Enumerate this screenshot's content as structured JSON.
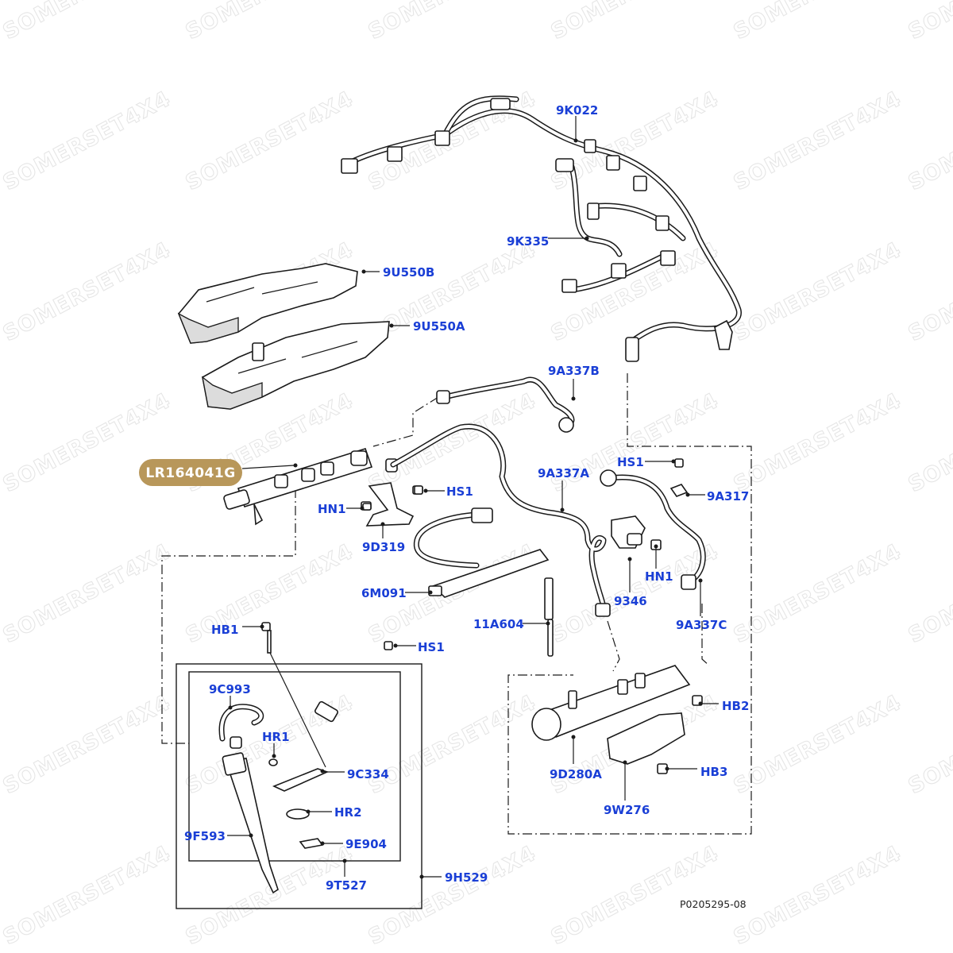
{
  "watermark": {
    "text": "SOMERSET4X4"
  },
  "reference": "P0205295-08",
  "badge": {
    "label": "LR164041G",
    "color": "#b8975a"
  },
  "label_color": "#1a3fd6",
  "callouts": [
    {
      "id": "9K022",
      "text": "9K022"
    },
    {
      "id": "9K335",
      "text": "9K335"
    },
    {
      "id": "9U550B",
      "text": "9U550B"
    },
    {
      "id": "9U550A",
      "text": "9U550A"
    },
    {
      "id": "9A337B",
      "text": "9A337B"
    },
    {
      "id": "HS1a",
      "text": "HS1"
    },
    {
      "id": "9A317",
      "text": "9A317"
    },
    {
      "id": "9A337A",
      "text": "9A337A"
    },
    {
      "id": "HS1b",
      "text": "HS1"
    },
    {
      "id": "HN1a",
      "text": "HN1"
    },
    {
      "id": "9D319",
      "text": "9D319"
    },
    {
      "id": "HN1b",
      "text": "HN1"
    },
    {
      "id": "6M091",
      "text": "6M091"
    },
    {
      "id": "9346",
      "text": "9346"
    },
    {
      "id": "11A604",
      "text": "11A604"
    },
    {
      "id": "9A337C",
      "text": "9A337C"
    },
    {
      "id": "HB1",
      "text": "HB1"
    },
    {
      "id": "HS1c",
      "text": "HS1"
    },
    {
      "id": "9C993",
      "text": "9C993"
    },
    {
      "id": "HR1",
      "text": "HR1"
    },
    {
      "id": "9C334",
      "text": "9C334"
    },
    {
      "id": "HR2",
      "text": "HR2"
    },
    {
      "id": "9F593",
      "text": "9F593"
    },
    {
      "id": "9E904",
      "text": "9E904"
    },
    {
      "id": "9T527",
      "text": "9T527"
    },
    {
      "id": "9H529",
      "text": "9H529"
    },
    {
      "id": "HB2",
      "text": "HB2"
    },
    {
      "id": "HB3",
      "text": "HB3"
    },
    {
      "id": "9D280A",
      "text": "9D280A"
    },
    {
      "id": "9W276",
      "text": "9W276"
    }
  ]
}
